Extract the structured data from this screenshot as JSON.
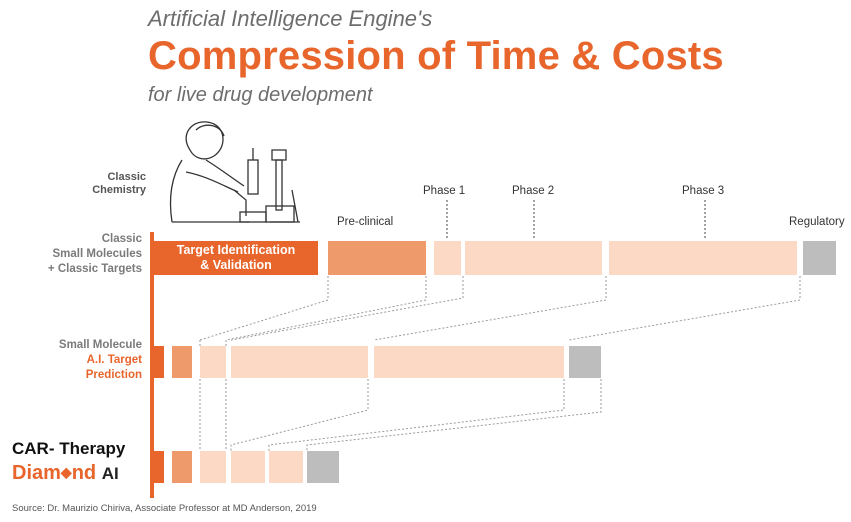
{
  "header": {
    "subtitle_top": "Artificial Intelligence Engine's",
    "title": "Compression of Time & Costs",
    "subtitle_bottom": "for live drug development"
  },
  "labels": {
    "classic_chemistry": [
      "Classic",
      "Chemistry"
    ],
    "row1": [
      "Classic",
      "Small Molecules",
      "+ Classic Targets"
    ],
    "row2_gray": "Small Molecule",
    "row2_orange": [
      "A.I. Target",
      "Prediction"
    ],
    "row3_top": "CAR- Therapy",
    "row3_brand_pre": "Diam",
    "row3_brand_post": "nd",
    "row3_brand_ai": "AI"
  },
  "stages": {
    "target": [
      "Target Identification",
      "& Validation"
    ],
    "preclinical": "Pre-clinical",
    "phase1": "Phase 1",
    "phase2": "Phase 2",
    "phase3": "Phase 3",
    "regulatory": "Regulatory"
  },
  "source": "Source:  Dr. Maurizio Chiriva, Associate Professor at MD Anderson, 2019",
  "colors": {
    "accent": "#e8652b",
    "preclinical": "#ef9a6a",
    "phase_light": "#fbd9c4",
    "regulatory": "#bdbdbd",
    "text_gray": "#7a7a7a"
  },
  "icons": {
    "illustration": "scientist-microscope-icon",
    "brand_mark": "diamond-icon"
  }
}
